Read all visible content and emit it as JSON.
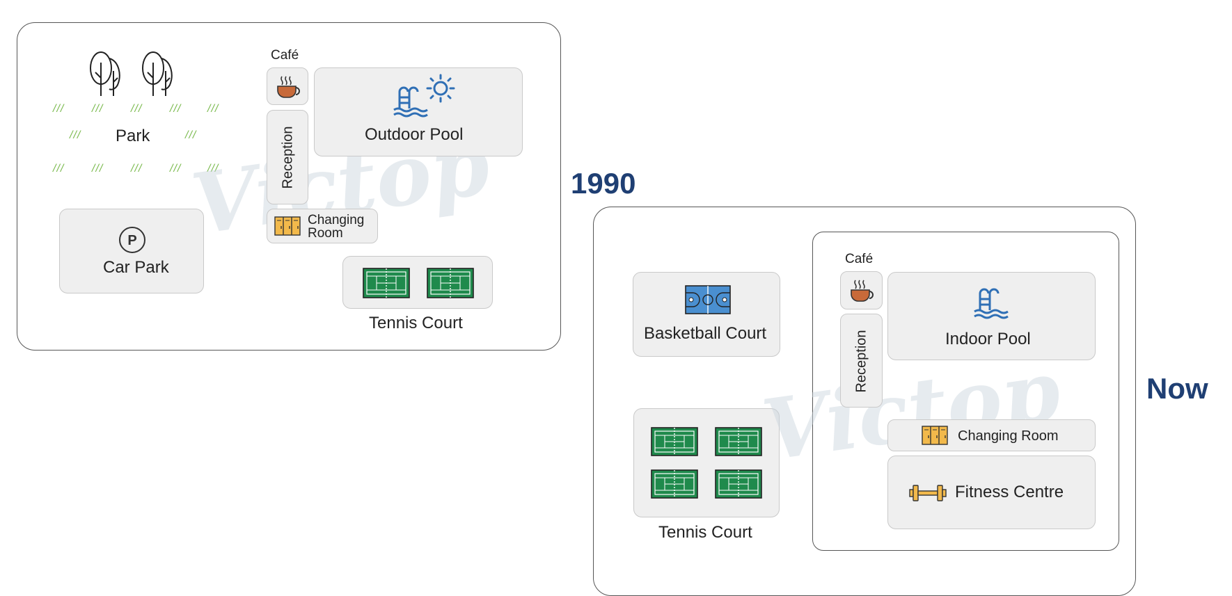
{
  "maps": [
    {
      "title": "1990",
      "labels": {
        "cafe": "Café",
        "park": "Park",
        "outdoor_pool": "Outdoor Pool",
        "reception": "Reception",
        "changing_room_line1": "Changing",
        "changing_room_line2": "Room",
        "car_park": "Car Park",
        "parking_letter": "P",
        "tennis_court": "Tennis Court"
      }
    },
    {
      "title": "Now",
      "labels": {
        "cafe": "Café",
        "basketball_court": "Basketball Court",
        "indoor_pool": "Indoor Pool",
        "reception": "Reception",
        "changing_room": "Changing Room",
        "fitness_centre": "Fitness Centre",
        "tennis_court": "Tennis Court"
      }
    }
  ],
  "watermark": "Victop",
  "grass_mark": "///",
  "colors": {
    "title": "#1f3f73",
    "court_green": "#1f8a4c",
    "basketball_blue": "#4a8fd0",
    "pool_blue": "#2f6fb5",
    "locker_yellow": "#f2b94b",
    "dumbbell_yellow": "#f2b94b",
    "coffee_brown": "#c86a3a",
    "grass_green": "#7dbb52"
  },
  "icons": [
    "tree-icon",
    "coffee-icon",
    "pool-icon",
    "sun-icon",
    "locker-icon",
    "parking-icon",
    "tennis-court-icon",
    "basketball-court-icon",
    "dumbbell-icon"
  ]
}
